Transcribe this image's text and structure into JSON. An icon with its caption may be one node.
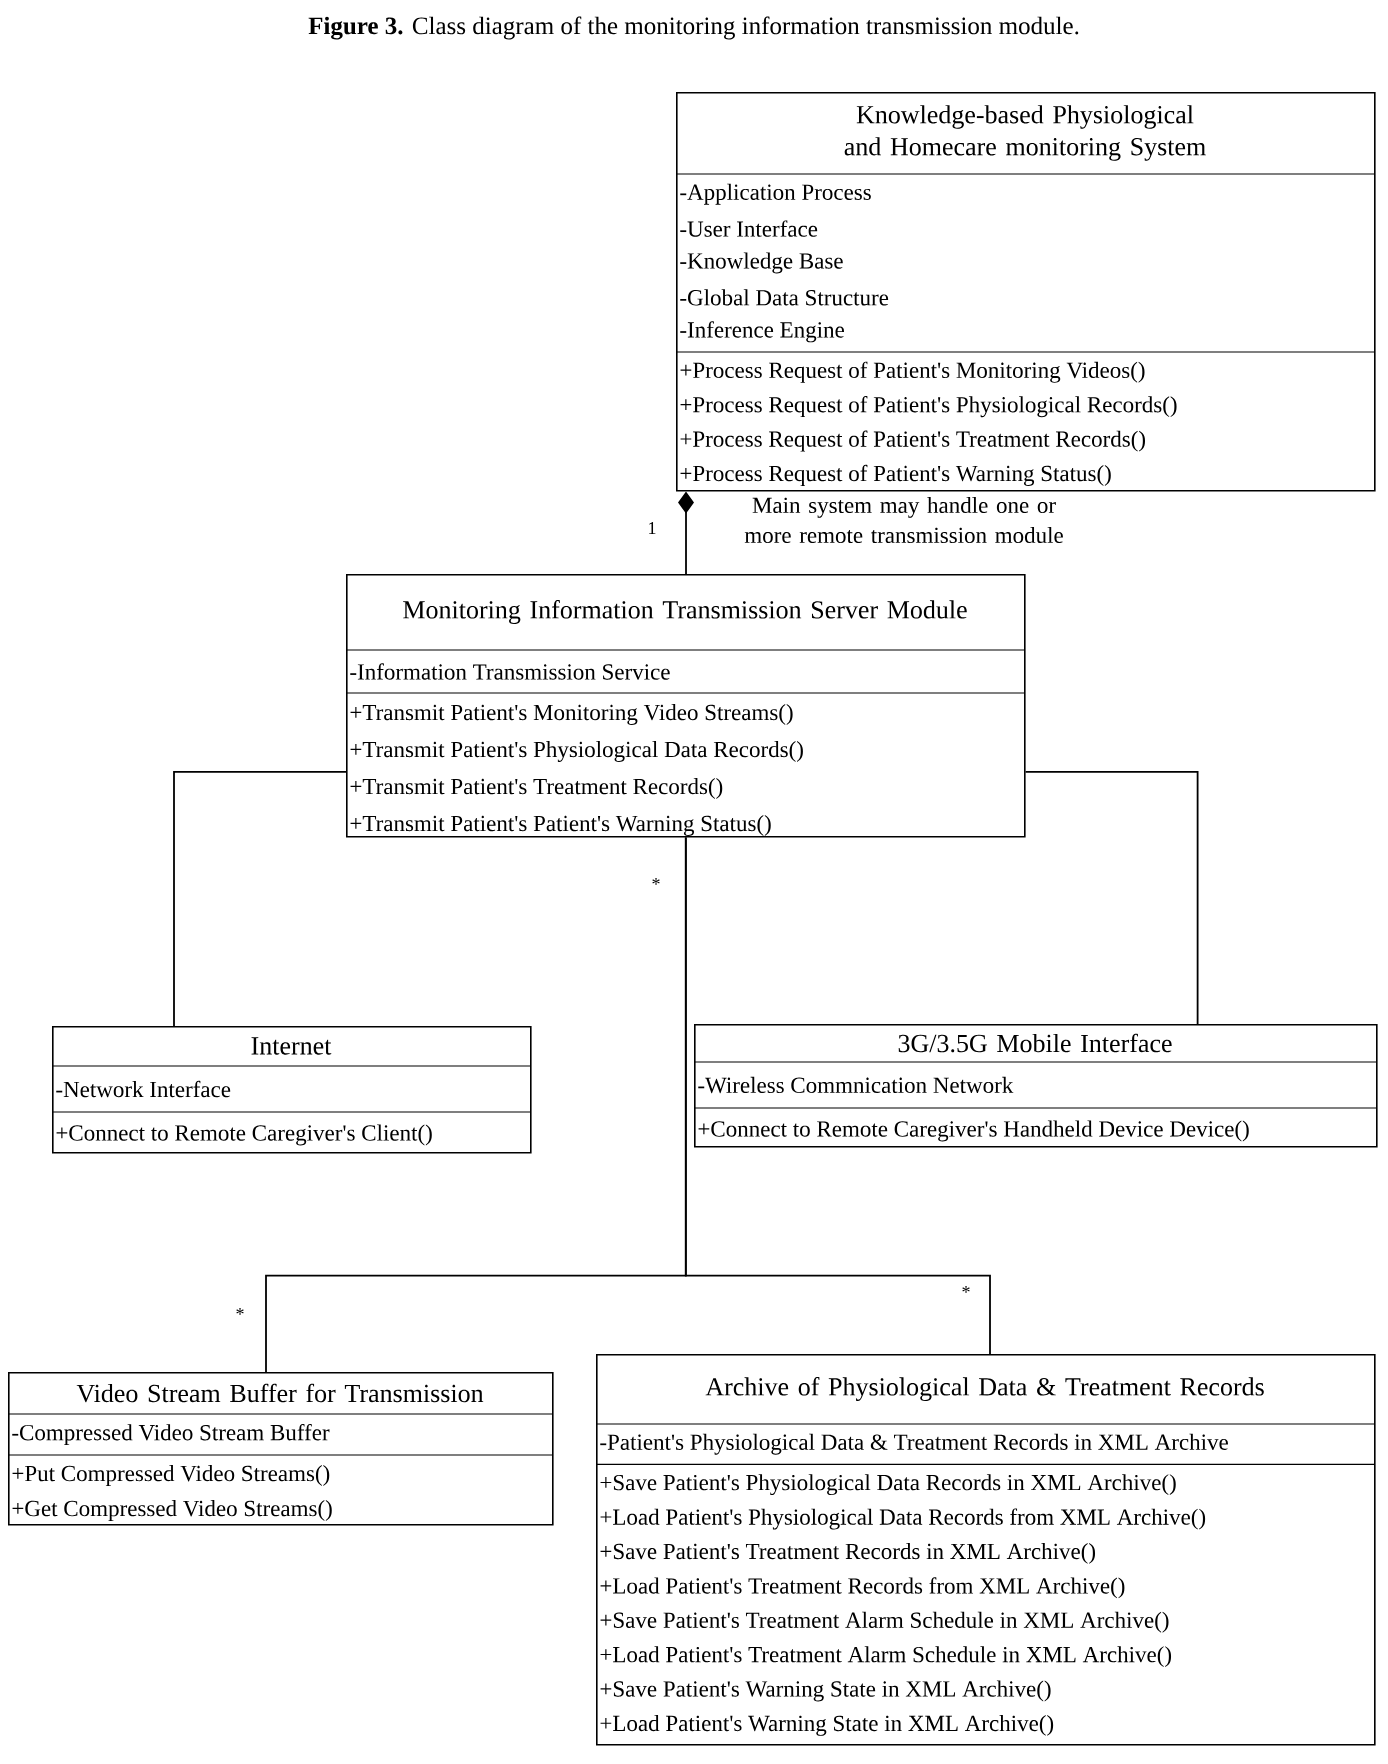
{
  "diagram": {
    "title": "**Figure 3.** Class diagram of the monitoring information transmission module.",
    "nodes": [
      {
        "text": [
          "Knowledge-based Physiological and Homecare monitoring System",
          "-Application Process",
          "-User Interface",
          "-Knowledge Base",
          "-Global Data Structure",
          "-Inference Engine",
          "+Process Request of Patient's Monitoring Videos()",
          "+Process Request of Patient's Physiological Records()",
          "+Process Request of Patient's Treatment Records()",
          "+Process Request of Patient's Warning Status()"
        ]
      },
      {
        "text": [
          "Monitoring Information Transmission Server Module",
          "-Information Transmission Service",
          "+Transmit Patient's Monitoring Video Streams()",
          "+Transmit Patient's Physiological Data Records()",
          "+Transmit Patient's Treatment Records()",
          "+Transmit Patient's Patient's Warning Status()"
        ]
      },
      {
        "text": [
          "Internet",
          "-Network Interface",
          "+Connect to Remote Caregiver's Client()"
        ]
      },
      {
        "text": [
          "3G/3.5G Mobile Interface",
          "-Wireless Commnication Network",
          "+Connect to Remote Caregiver's Handheld Device Device()"
        ]
      },
      {
        "text": [
          "Video Stream Buffer for Transmission",
          "-Compressed Video Stream Buffer",
          "+Put Compressed Video Streams()",
          "+Get Compressed Video Streams()"
        ]
      },
      {
        "text": [
          "Archive of Physiological Data & Treatment Records",
          "-Patient's Physiological Data & Treatment Records in XML Archive",
          "+Save Patient's Physiological Data Records in XML Archive()",
          "+Load Patient's Physiological Data Records from XML Archive()",
          "+Save Patient's Treatment Records in XML Archive()",
          "+Load Patient's Treatment Records from XML Archive()",
          "+Save Patient's Treatment Alarm Schedule in XML Archive()",
          "+Load Patient's Treatment Alarm Schedule in XML Archive()",
          "+Save Patient's Warning State in XML Archive()",
          "+Load Patient's Warning State in XML Archive()"
        ]
      }
    ],
    "edges": [
      {
        "from": 0,
        "to": 1,
        "arrow": "other"
      },
      {
        "from": 1,
        "to": 2,
        "arrow": "none"
      },
      {
        "from": 1,
        "to": 3,
        "arrow": "none"
      },
      {
        "from": 1,
        "to": 4,
        "arrow": "none"
      },
      {
        "from": 1,
        "to": 5,
        "arrow": "none"
      }
    ],
    "labels": [
      "Main system may handle one or more remote transmission module",
      "1",
      "*",
      "*",
      "*"
    ]
  }
}
